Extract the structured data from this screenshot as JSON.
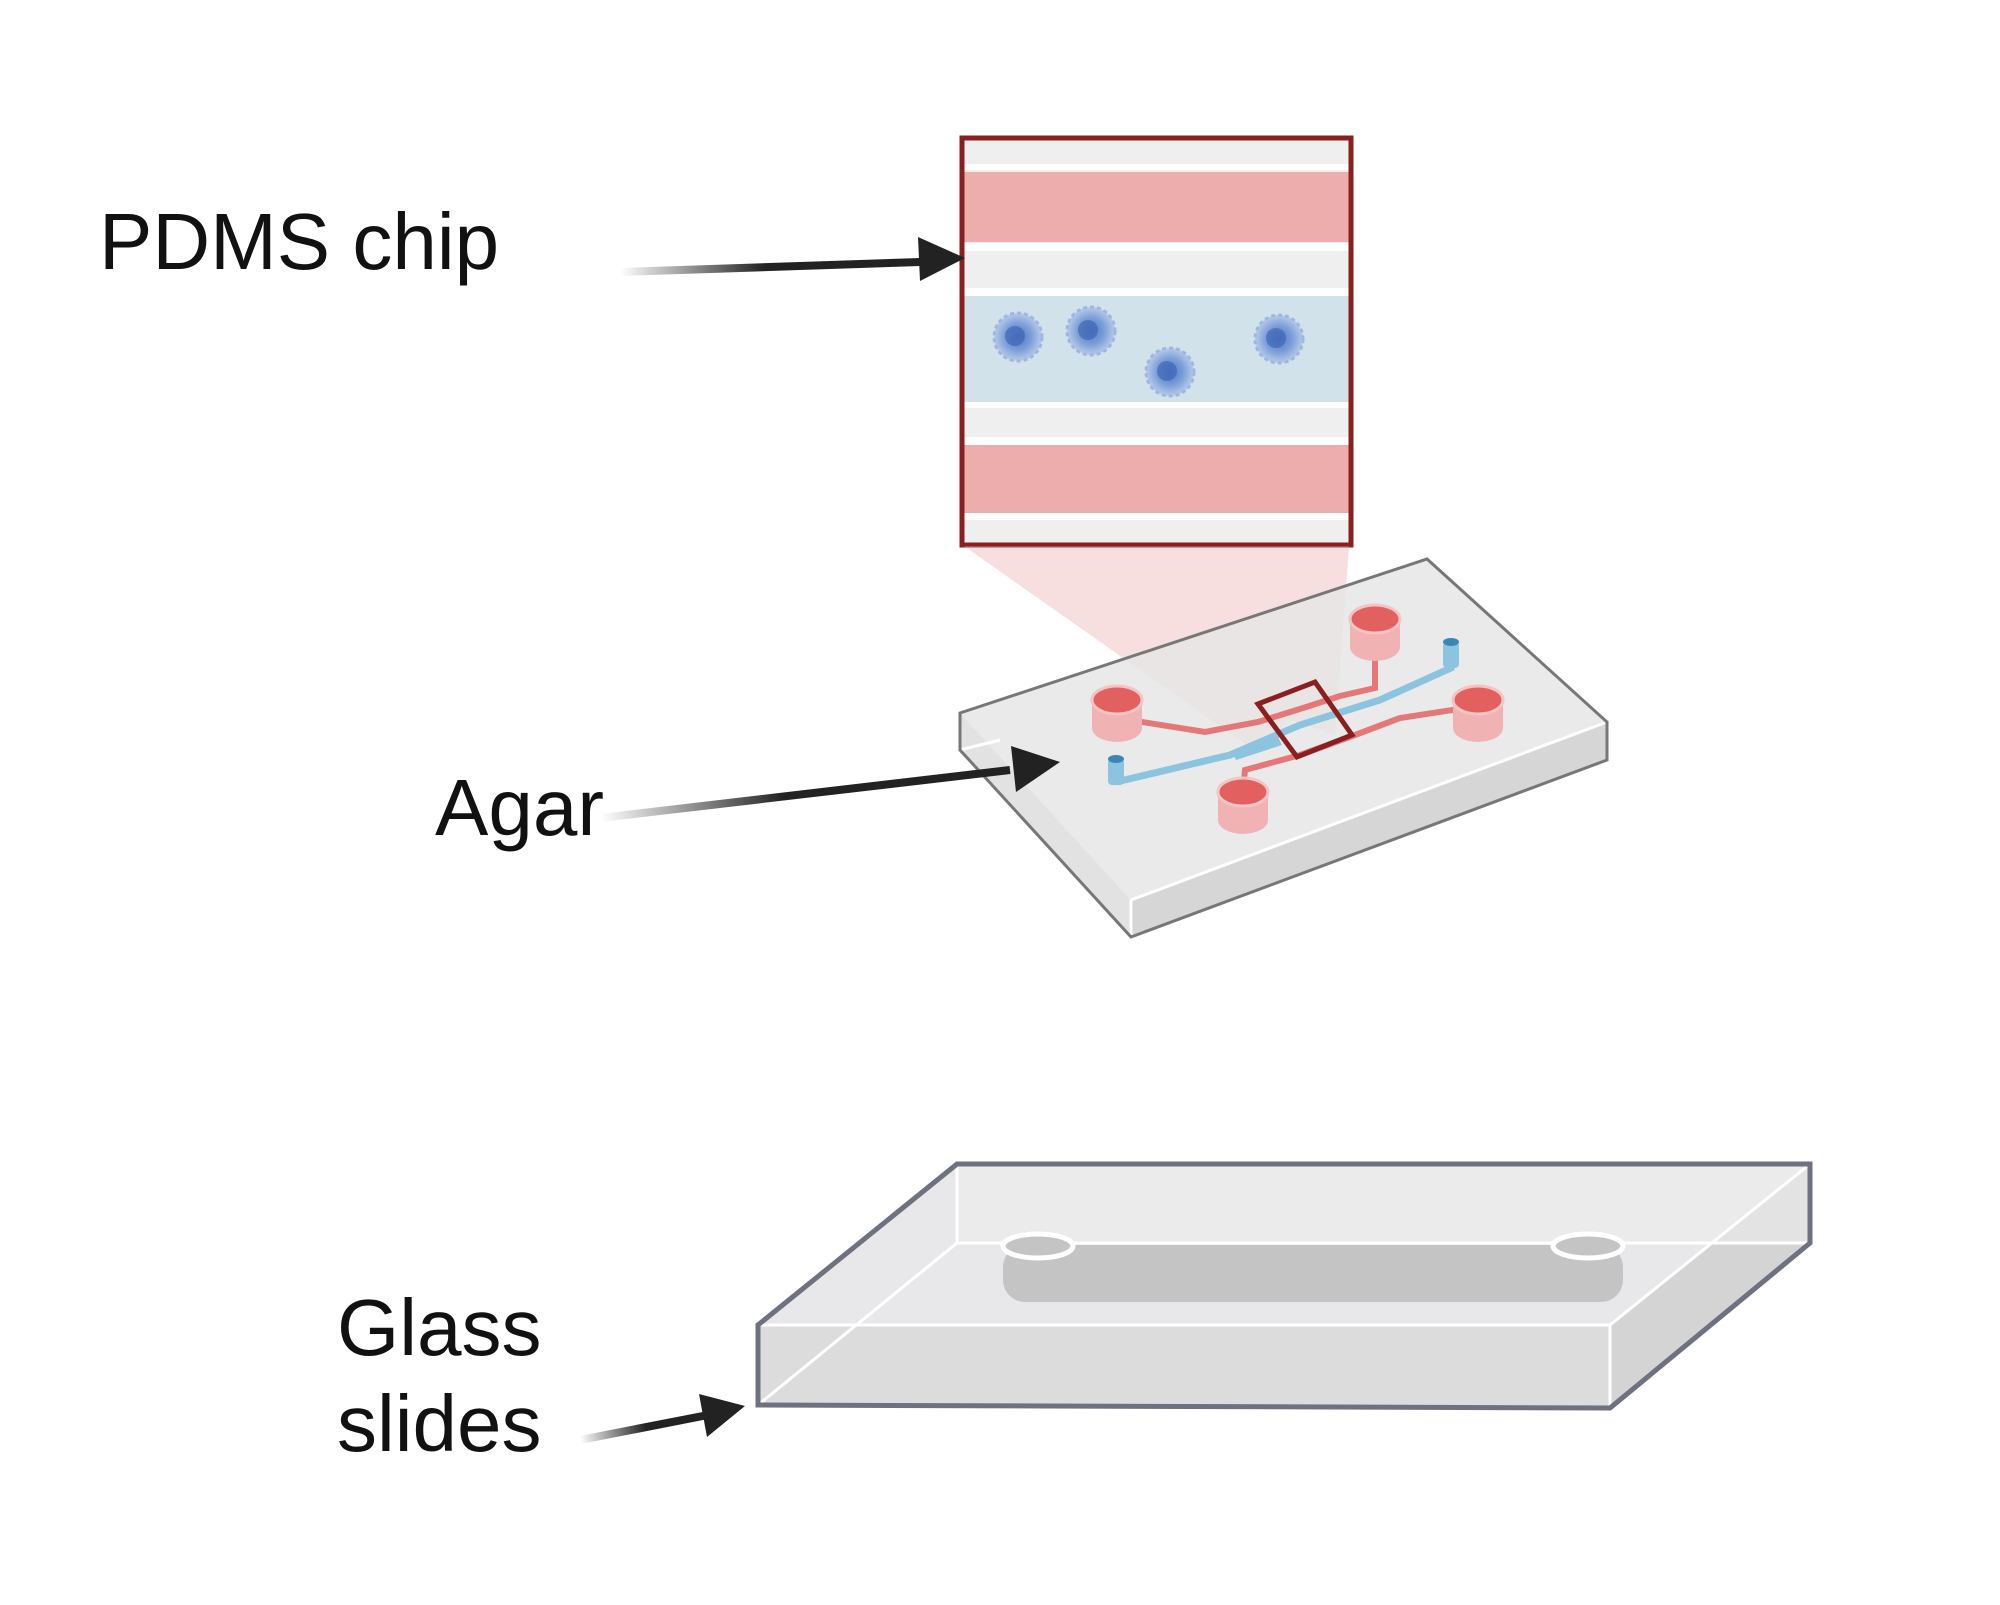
{
  "labels": {
    "pdms": "PDMS chip",
    "agar": "Agar",
    "glass_line1": "Glass",
    "glass_line2": "slides"
  },
  "colors": {
    "frame": "#8a1f1f",
    "red_channel": "#edadad",
    "blue_channel": "#d2e2ea",
    "gray_band": "#efefef",
    "cell": "#5d86cc",
    "reservoir": "#e26060",
    "agar_channel_blue": "#8cc3de",
    "glass_edge": "#6e7180",
    "arrow": "#222222"
  }
}
